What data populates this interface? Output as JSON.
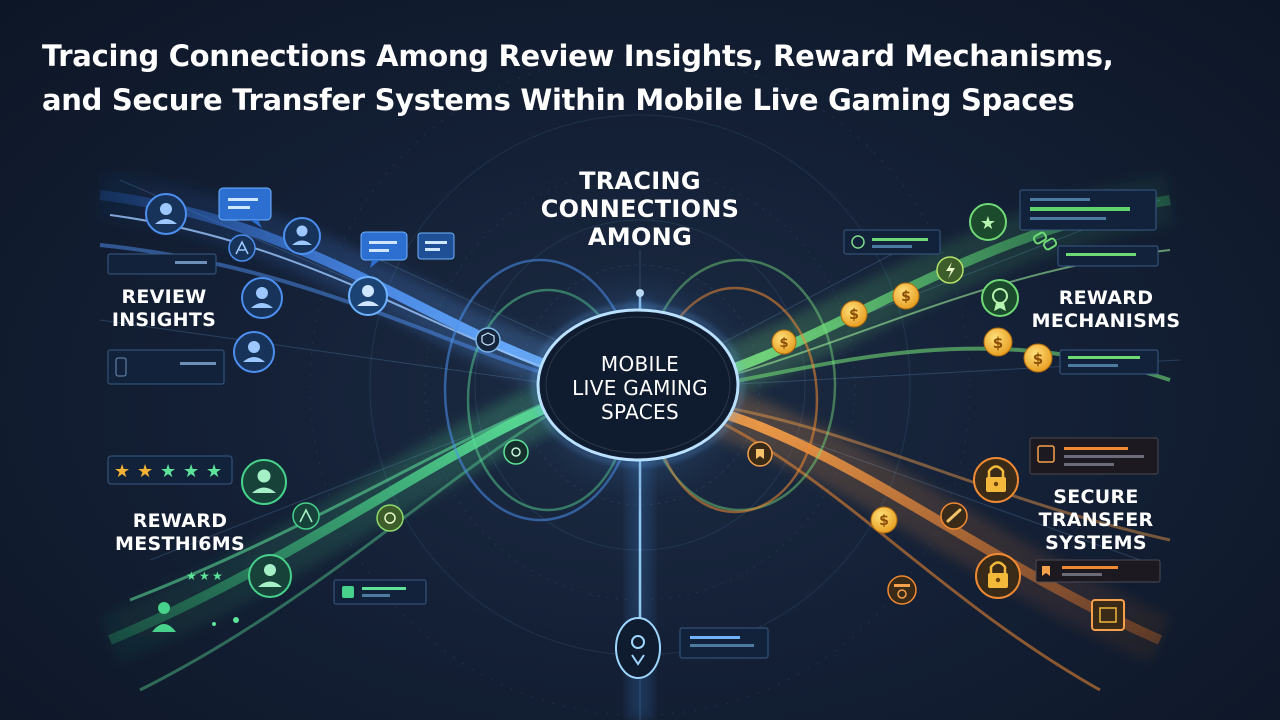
{
  "title": {
    "line1": "Tracing Connections Among Review Insights, Reward Mechanisms,",
    "line2": "and Secure Transfer Systems Within Mobile Live Gaming Spaces"
  },
  "center_top": {
    "line1": "TRACING",
    "line2": "CONNECTIONS",
    "line3": "AMONG"
  },
  "hub": {
    "line1": "MOBILE",
    "line2": "LIVE GAMING",
    "line3": "SPACES"
  },
  "branches": {
    "review": {
      "line1": "REVIEW",
      "line2": "INSIGHTS",
      "color": "#4d8ff0"
    },
    "reward_left": {
      "line1": "REWARD",
      "line2": "MESTHI6MS",
      "color": "#47d18a"
    },
    "reward_right": {
      "line1": "REWARD",
      "line2": "MECHANISMS",
      "color": "#5fd46d"
    },
    "secure": {
      "line1": "SECURE",
      "line2": "TRANSFER",
      "line3": "SYSTEMS",
      "color": "#f08a32"
    }
  },
  "icons": {
    "coin_symbol": "$",
    "star": "★"
  },
  "colors": {
    "background": "#142036",
    "hub_glow": "#9fd6ff",
    "coin": "#f3b233",
    "lock": "#f2b93a"
  }
}
